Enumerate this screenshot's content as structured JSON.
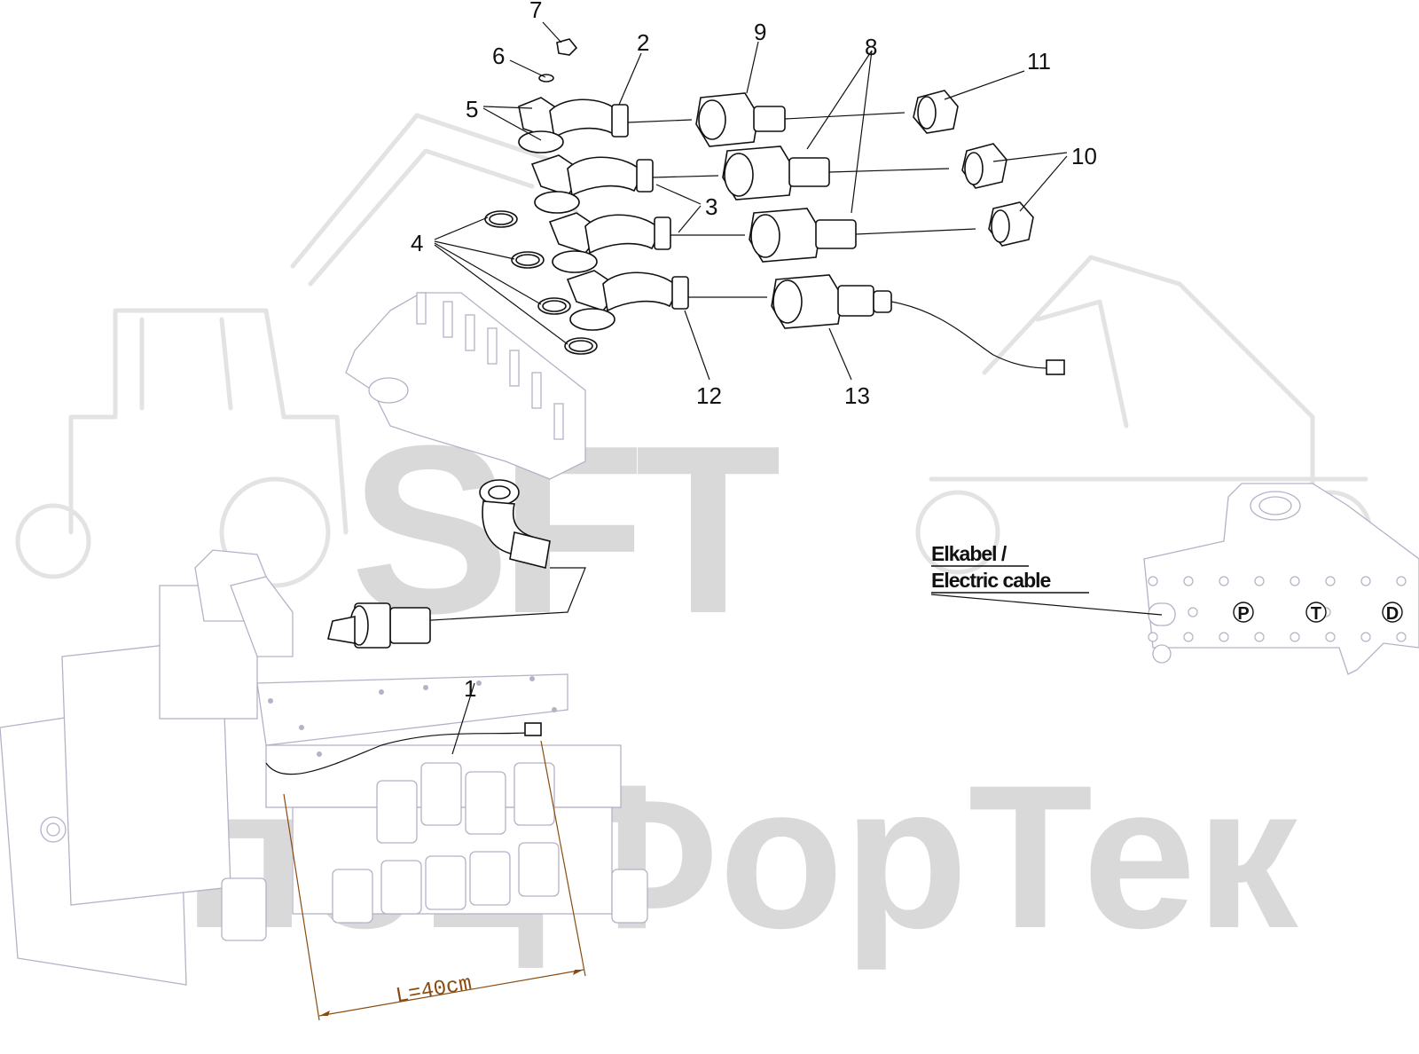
{
  "watermark": {
    "logo_text": "SFT",
    "brand_text": "СпецФорТек",
    "logo_icon": "tractor-and-excavator-silhouettes"
  },
  "callouts": {
    "c1": "1",
    "c2": "2",
    "c3": "3",
    "c4": "4",
    "c5": "5",
    "c6": "6",
    "c7": "7",
    "c8": "8",
    "c9": "9",
    "c10": "10",
    "c11": "11",
    "c12": "12",
    "c13": "13"
  },
  "cable_label": {
    "line1": "Elkabel /",
    "line2": "Electric cable"
  },
  "ports": {
    "p": "P",
    "t": "T",
    "d": "D"
  },
  "dimension": {
    "length": "L=40cm"
  },
  "colors": {
    "line": "#111111",
    "watermark": "#d9d9d9",
    "valve_block": "#b7b0c6",
    "dimension": "#8a4b10"
  }
}
